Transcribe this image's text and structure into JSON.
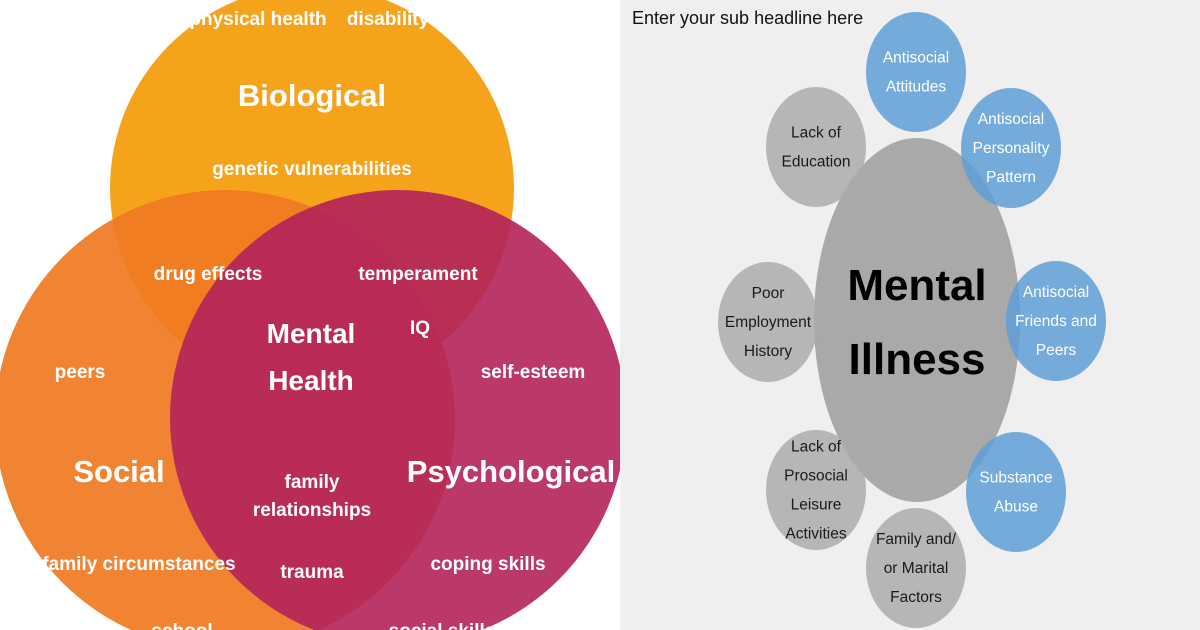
{
  "venn": {
    "biological": {
      "title": "Biological",
      "items": [
        "physical health",
        "disability",
        "genetic vulnerabilities"
      ]
    },
    "social": {
      "title": "Social",
      "items": [
        "peers",
        "family circumstances",
        "school"
      ]
    },
    "psychological": {
      "title": "Psychological",
      "items": [
        "self-esteem",
        "coping skills",
        "social skills"
      ]
    },
    "bio_social": [
      "drug effects"
    ],
    "bio_psych": [
      "temperament",
      "IQ"
    ],
    "social_psych": [
      "family",
      "relationships",
      "trauma"
    ],
    "center": [
      "Mental",
      "Health"
    ]
  },
  "cluster": {
    "sub_headline": "Enter your sub headline here",
    "center": [
      "Mental",
      "Illness"
    ],
    "nodes": [
      {
        "lines": [
          "Antisocial",
          "Attitudes"
        ],
        "tone": "blue"
      },
      {
        "lines": [
          "Antisocial",
          "Personality",
          "Pattern"
        ],
        "tone": "blue"
      },
      {
        "lines": [
          "Antisocial",
          "Friends and",
          "Peers"
        ],
        "tone": "blue"
      },
      {
        "lines": [
          "Substance",
          "Abuse"
        ],
        "tone": "blue"
      },
      {
        "lines": [
          "Family and/",
          "or Marital",
          "Factors"
        ],
        "tone": "gray"
      },
      {
        "lines": [
          "Lack of",
          "Prosocial",
          "Leisure",
          "Activities"
        ],
        "tone": "gray"
      },
      {
        "lines": [
          "Poor",
          "Employment",
          "History"
        ],
        "tone": "gray"
      },
      {
        "lines": [
          "Lack of",
          "Education"
        ],
        "tone": "gray"
      }
    ]
  },
  "colors": {
    "biological": "#f6a31c",
    "social": "#ef7a22",
    "psychological": "#b2225a",
    "blue_node": "#5f9fd6",
    "gray_node": "#a9a9a9",
    "center_node": "#a9a9a9"
  }
}
